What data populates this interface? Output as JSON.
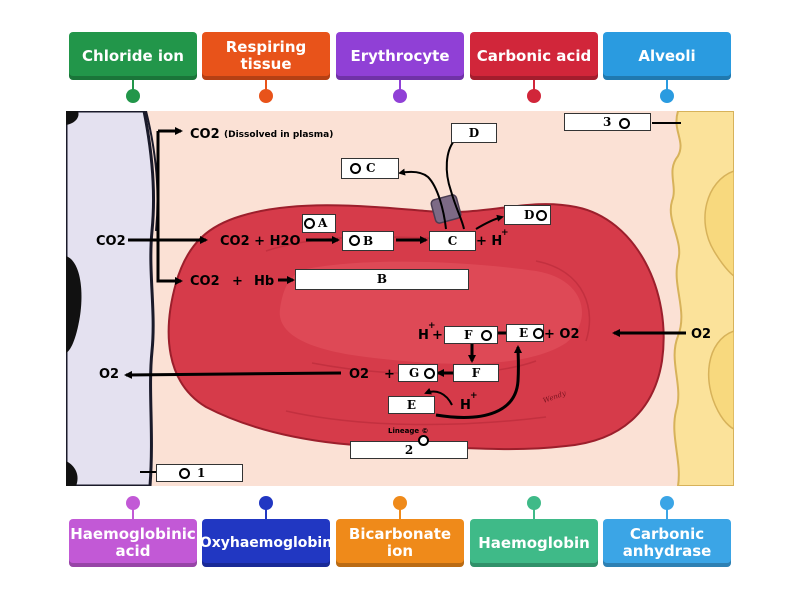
{
  "top_tiles": [
    {
      "label": "Chloride ion",
      "color": "#22964a"
    },
    {
      "label": "Respiring tissue",
      "color": "#e8531a"
    },
    {
      "label": "Erythrocyte",
      "color": "#9040d6"
    },
    {
      "label": "Carbonic acid",
      "color": "#d1263a"
    },
    {
      "label": "Alveoli",
      "color": "#2a9be0"
    }
  ],
  "bottom_tiles": [
    {
      "label": "Haemoglobinic acid",
      "color": "#c259d6"
    },
    {
      "label": "Oxyhaemoglobin",
      "color": "#2137c2"
    },
    {
      "label": "Bicarbonate ion",
      "color": "#ef8a1a"
    },
    {
      "label": "Haemoglobin",
      "color": "#3fba88"
    },
    {
      "label": "Carbonic anhydrase",
      "color": "#3ba5e6"
    }
  ],
  "diagram": {
    "co2_dissolved_formula": "CO2",
    "dissolved_note": "(Dissolved in plasma)",
    "co2_left": "CO2",
    "reaction_co2_h2o": "CO2 + H2O",
    "plus_h_1": "+ H",
    "plus_sup": "+",
    "co2_hb": "CO2",
    "plus_sign": "+",
    "hb": "Hb",
    "o2_right": "O2",
    "h_plus_2": "H",
    "plus_after_h": "+",
    "plus_o2": "+ O2",
    "o2_left": "O2",
    "o2_inner": "O2",
    "plus_inner": "+",
    "h_lower": "H",
    "lineage": "Lineage ©",
    "signature": "Wendy"
  },
  "boxes": {
    "A": "A",
    "B_small": "B",
    "B_long": "B",
    "C_top": "C",
    "C_mid": "C",
    "D_top": "D",
    "D_right": "D",
    "E_right": "E",
    "E_lower": "E",
    "F_upper": "F",
    "F_lower": "F",
    "G": "G",
    "n1": "1",
    "n2": "2",
    "n3": "3"
  }
}
